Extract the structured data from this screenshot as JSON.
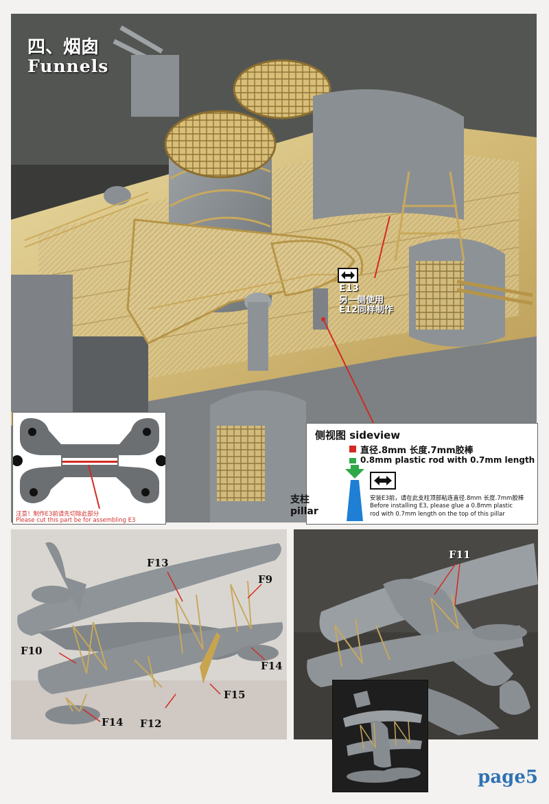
{
  "header": {
    "title_cn": "四、烟囱",
    "title_en": "Funnels"
  },
  "top_photo": {
    "e13": {
      "part": "E13",
      "note_line1": "另一侧使用",
      "note_line2": "E12同样制作",
      "arrow_icon": "double-arrow-icon"
    }
  },
  "cut_panel": {
    "note_cn": "注意！制作E3前请先切除此部分",
    "note_en": "Please cut this part be for assembling E3"
  },
  "side_panel": {
    "heading": "侧视图 sideview",
    "spec_cn": "直径.8mm 长度.7mm胶棒",
    "spec_en": "0.8mm plastic rod with 0.7mm length",
    "pillar_cn": "支柱",
    "pillar_en": "pillar",
    "instr_cn": "安装E3前，请在此支柱顶部粘连直径.8mm 长度.7mm胶棒",
    "instr_en_1": "Before installing E3,  please glue a 0.8mm plastic",
    "instr_en_2": "rod with 0.7mm length on the top of this pillar",
    "colors": {
      "red_marker": "#d12a22",
      "green_arrow": "#2fa84a",
      "pillar_blue": "#1f7fd4"
    }
  },
  "left_photo": {
    "labels": [
      "F13",
      "F9",
      "F10",
      "F14",
      "F15",
      "F12",
      "F14"
    ]
  },
  "right_photo": {
    "labels": [
      "F11"
    ]
  },
  "footer": {
    "page": "page5"
  }
}
